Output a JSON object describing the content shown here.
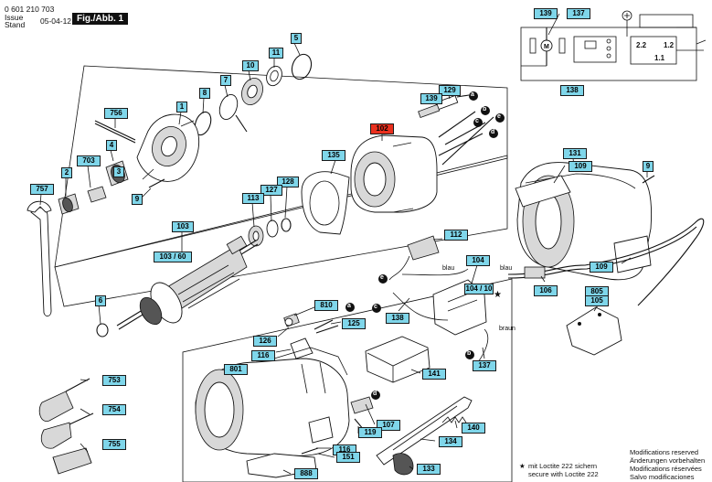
{
  "header": {
    "part_number": "0 601 210 703",
    "issue_label": "Issue",
    "stand_label": "Stand",
    "date": "05-04-12",
    "figure": "Fig./Abb. 1"
  },
  "labels": {
    "p139_top": "139",
    "p137_top": "137",
    "p138": "138",
    "p1_2": "1.2",
    "p2_2": "2.2",
    "p1_1": "1.1",
    "p5": "5",
    "p11": "11",
    "p10": "10",
    "p7": "7",
    "p8": "8",
    "p1": "1",
    "p756": "756",
    "p4": "4",
    "p703": "703",
    "p2": "2",
    "p3": "3",
    "p9_left": "9",
    "p757": "757",
    "p129": "129",
    "p139": "139",
    "p102": "102",
    "p135": "135",
    "p131": "131",
    "p109_top": "109",
    "p9_right": "9",
    "p128": "128",
    "p127": "127",
    "p113": "113",
    "p103": "103",
    "p103_60": "103 / 60",
    "p6": "6",
    "p112": "112",
    "p104": "104",
    "p104_10": "104 / 10",
    "p106": "106",
    "p109_bottom": "109",
    "p805": "805",
    "p105": "105",
    "p138_mid": "138",
    "p810": "810",
    "p125": "125",
    "p126": "126",
    "p116_top": "116",
    "p801": "801",
    "p141": "141",
    "p137": "137",
    "p753": "753",
    "p754": "754",
    "p755": "755",
    "p107": "107",
    "p119": "119",
    "p140": "140",
    "p134": "134",
    "p116_bottom": "116",
    "p151": "151",
    "p888": "888",
    "p133": "133"
  },
  "connection_letters": {
    "a_top": "a",
    "b_top": "b",
    "c_top": "c",
    "d_top": "d",
    "e_top": "e",
    "e_mid": "e",
    "c_mid": "c",
    "a_mid": "a",
    "d_mid": "d",
    "b_mid": "b"
  },
  "wire_labels": {
    "blau_left": "blau",
    "blau_right": "blau",
    "braun": "braun"
  },
  "star_glyph": "★",
  "footnote": {
    "star": "★",
    "line1": "mit Loctite 222 sichern",
    "line2": "secure with Loctite 222"
  },
  "modifications": [
    "Modifications reserved",
    "Änderungen vorbehalten",
    "Modifications réservées",
    "Salvo modificaciones"
  ]
}
